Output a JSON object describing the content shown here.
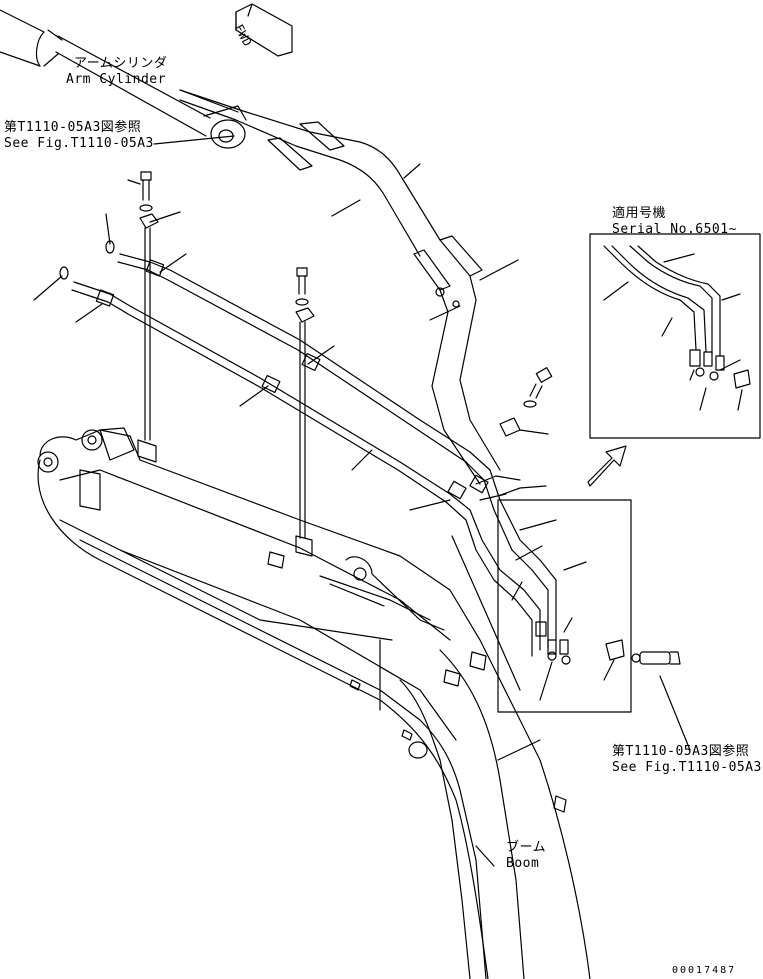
{
  "labels": {
    "fwd": "FWD",
    "arm_cylinder_jp": "アームシリンダ",
    "arm_cylinder_en": "Arm Cylinder",
    "ref_top_jp": "第T1110-05A3図参照",
    "ref_top_en": "See Fig.T1110-05A3",
    "serial_jp": "適用号機",
    "serial_en": "Serial No.6501~",
    "ref_bottom_jp": "第T1110-05A3図参照",
    "ref_bottom_en": "See Fig.T1110-05A3",
    "boom_jp": "ブーム",
    "boom_en": "Boom",
    "drawing_id": "00017487"
  }
}
